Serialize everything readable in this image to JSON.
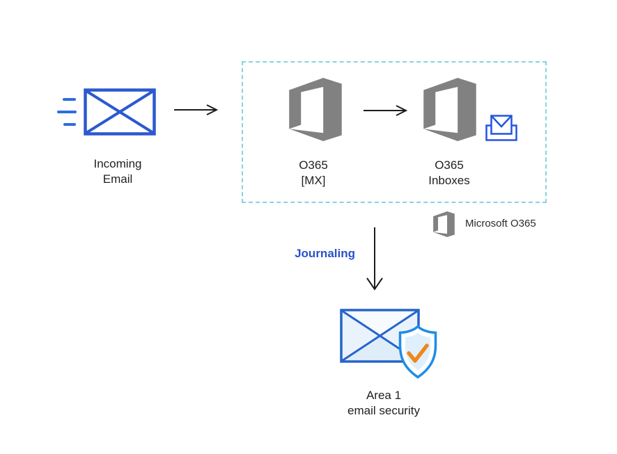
{
  "colors": {
    "envelope_blue": "#2C59CE",
    "speed_line_blue": "#2E6CE3",
    "office_gray": "#818181",
    "dash_teal": "#87D3DE",
    "arrow_black": "#1C1C1C",
    "journaling_blue": "#2B52C8",
    "inbox_blue": "#2254E3",
    "area1_stroke": "#2565CB",
    "area1_fill_light": "#EAF3FC",
    "area1_fill_top": "#F7FBFE",
    "area1_fill_mid": "#DFEDF9",
    "shield_stroke": "#1F8CE8",
    "shield_fill": "#DFF0FC",
    "check_orange": "#F0861C",
    "label_dark": "#1F1F1F",
    "legend_text": "#2B2B2B"
  },
  "diagram": {
    "incoming_email": {
      "label_line1": "Incoming",
      "label_line2": "Email"
    },
    "o365_mx": {
      "label_line1": "O365",
      "label_line2": "[MX]"
    },
    "o365_inboxes": {
      "label_line1": "O365",
      "label_line2": "Inboxes"
    },
    "journaling": {
      "label": "Journaling"
    },
    "legend": {
      "label": "Microsoft O365"
    },
    "area1": {
      "label_line1": "Area 1",
      "label_line2": "email security"
    }
  }
}
